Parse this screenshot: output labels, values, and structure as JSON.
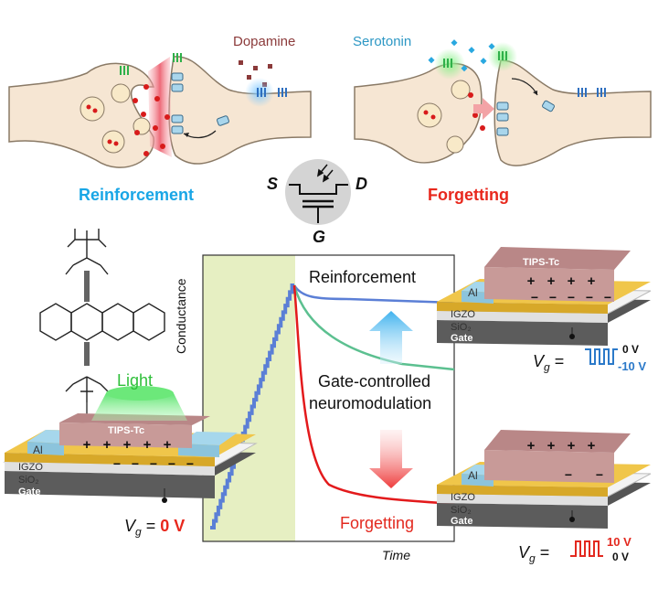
{
  "synapse": {
    "dopamine": "Dopamine",
    "serotonin": "Serotonin",
    "reinforcement": "Reinforcement",
    "forgetting": "Forgetting"
  },
  "transistor": {
    "source": "S",
    "drain": "D",
    "gate": "G"
  },
  "chart": {
    "ylabel": "Conductance",
    "xlabel": "Time",
    "reinforcement_label": "Reinforcement",
    "forgetting_label": "Forgetting",
    "center_line1": "Gate-controlled",
    "center_line2": "neuromodulation"
  },
  "device_left": {
    "light": "Light",
    "tips": "TIPS-Tc",
    "al": "Al",
    "igzo": "IGZO",
    "sio2": "SiO₂",
    "gate": "Gate",
    "vg_prefix": "V",
    "vg_sub": "g",
    "vg_eq": " = ",
    "vg_value": "0 V",
    "charges_top": [
      "+",
      "+",
      "+",
      "+",
      "+"
    ],
    "charges_bottom": [
      "−",
      "−",
      "−",
      "−",
      "−"
    ]
  },
  "device_right_top": {
    "tips": "TIPS-Tc",
    "al": "Al",
    "igzo": "IGZO",
    "sio2": "SiO₂",
    "gate": "Gate",
    "vg_prefix": "V",
    "vg_sub": "g",
    "vg_eq": " =",
    "v_high": "0 V",
    "v_low": "-10 V",
    "charges_top": [
      "+",
      "+",
      "+",
      "+"
    ],
    "charges_bottom": [
      "−",
      "−",
      "−",
      "−",
      "−"
    ]
  },
  "device_right_bottom": {
    "al": "Al",
    "igzo": "IGZO",
    "sio2": "SiO₂",
    "gate": "Gate",
    "vg_prefix": "V",
    "vg_sub": "g",
    "vg_eq": " =",
    "v_high": "10 V",
    "v_low": "0 V",
    "charges_top": [
      "+",
      "+",
      "+",
      "+"
    ],
    "charges_bottom": [
      "−",
      "−"
    ]
  },
  "colors": {
    "reinforcement_blue": "#19a6e6",
    "forgetting_red": "#e8281d",
    "blue_curve": "#5b7fd6",
    "green_curve": "#5cc090",
    "red_curve": "#e31a1c",
    "light_region": "#e6efc2"
  }
}
